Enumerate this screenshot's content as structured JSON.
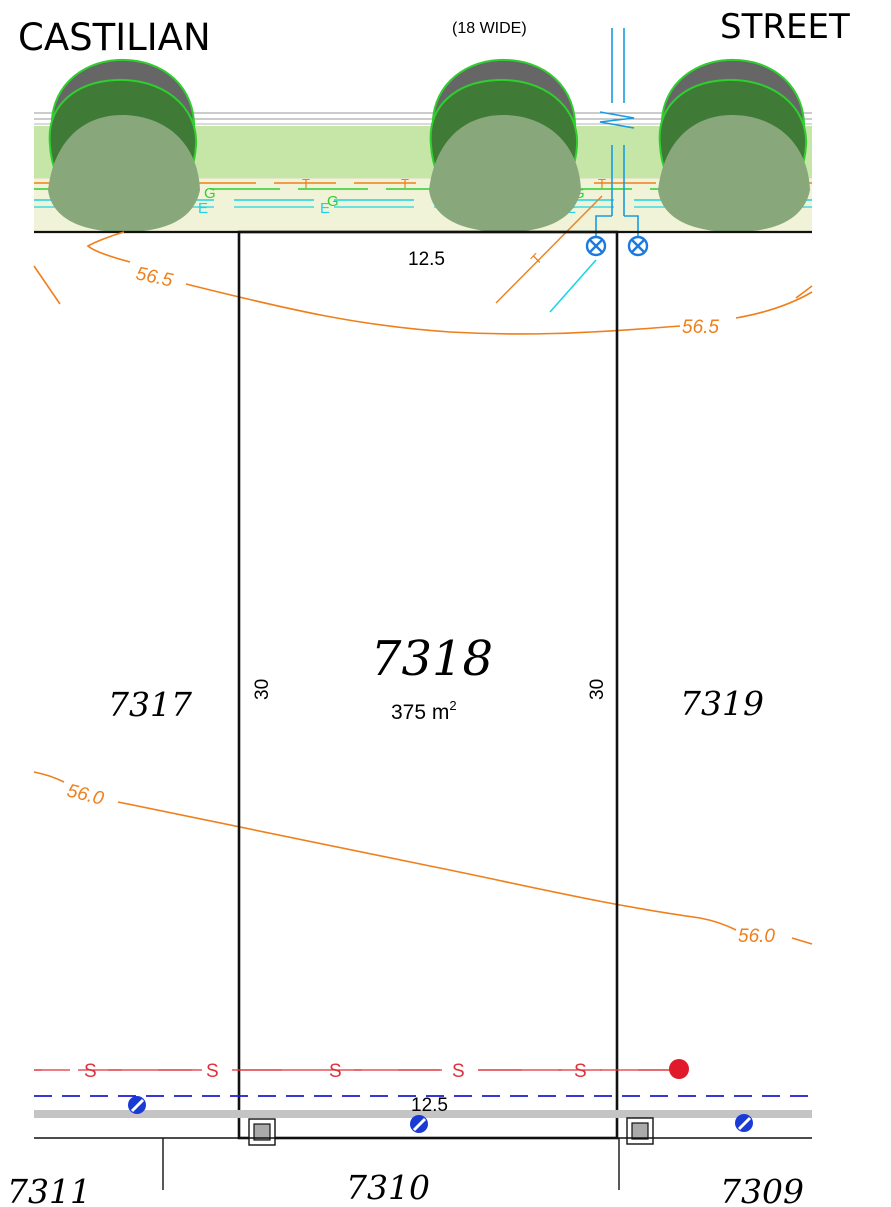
{
  "street": {
    "name_left": "CASTILIAN",
    "width_note": "(18 WIDE)",
    "name_right": "STREET"
  },
  "lot": {
    "number": "7318",
    "area_value": "375 m",
    "area_unit_sup": "2",
    "frontage": "12.5",
    "rear": "12.5",
    "side_left": "30",
    "side_right": "30"
  },
  "neighbors": {
    "left": "7317",
    "right": "7319",
    "rear_left": "7311",
    "rear_center": "7310",
    "rear_right": "7309"
  },
  "contours": {
    "upper_left": "56.5",
    "upper_right": "56.5",
    "lower_left": "56.0",
    "lower_right": "56.0"
  },
  "service_labels": {
    "telecom": "T",
    "gas": "G",
    "electric": "E",
    "sewer": "S"
  },
  "colors": {
    "contour": "#ef7f1a",
    "verge": "#c6e6a8",
    "footpath": "#f1f3d8",
    "gas_line": "#2fcf2f",
    "electric_line": "#19d6e6",
    "telecom_line": "#ef7f1a",
    "sewer_line": "#e0313b",
    "water_line": "#1a1ad6",
    "stormwater_pit": "#aaaaaa",
    "sewer_manhole": "#e01a2a",
    "light_pole": "#1a3ad6",
    "boundary": "#111111"
  }
}
